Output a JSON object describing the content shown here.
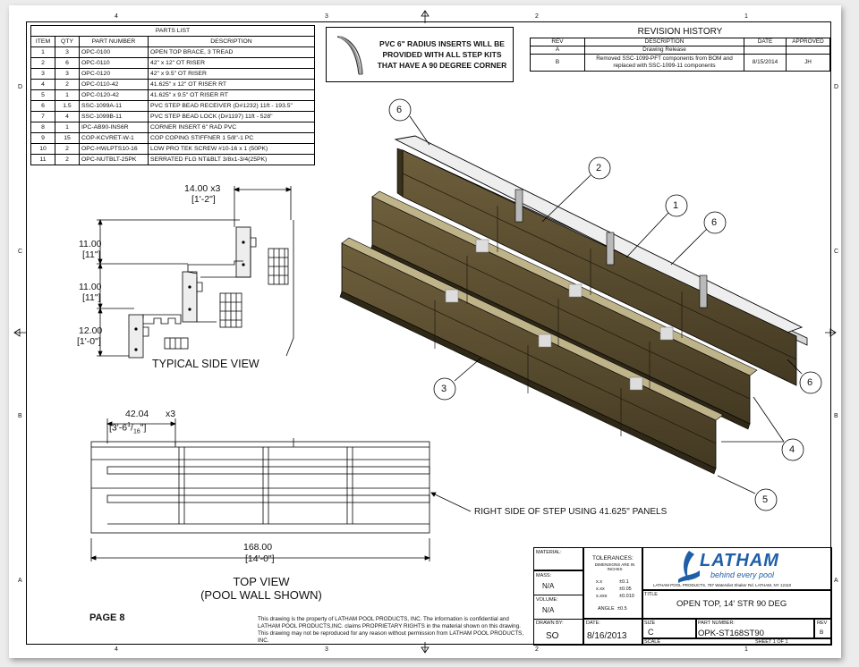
{
  "zones": {
    "top": [
      "4",
      "3",
      "2",
      "1"
    ],
    "side": [
      "D",
      "C",
      "B",
      "A"
    ]
  },
  "parts_list": {
    "title": "PARTS LIST",
    "headers": [
      "ITEM",
      "QTY",
      "PART NUMBER",
      "DESCRIPTION"
    ],
    "rows": [
      [
        "1",
        "3",
        "OPC-0100",
        "OPEN TOP BRACE, 3 TREAD"
      ],
      [
        "2",
        "6",
        "OPC-0110",
        "42\" x 12\" OT RISER"
      ],
      [
        "3",
        "3",
        "OPC-0120",
        "42\" x 9.5\" OT RISER"
      ],
      [
        "4",
        "2",
        "OPC-0110-42",
        "41.625\" x 12\" OT RISER RT"
      ],
      [
        "5",
        "1",
        "OPC-0120-42",
        "41.625\" x 9.5\" OT RISER RT"
      ],
      [
        "6",
        "1.5",
        "SSC-1099A-11",
        "PVC STEP BEAD RECEIVER (D#1232) 11ft - 193.5\""
      ],
      [
        "7",
        "4",
        "SSC-1099B-11",
        "PVC STEP BEAD LOCK (D#1197) 11ft - 528\""
      ],
      [
        "8",
        "1",
        "IPC-AB90-INS6R",
        "CORNER INSERT 6\" RAD PVC"
      ],
      [
        "9",
        "15",
        "COP-KCVRET-W-1",
        "COP COPING STIFFNER 1 5/8\"-1 PC"
      ],
      [
        "10",
        "2",
        "OPC-HWLPTS10-16",
        "LOW PRO TEK SCREW #10-16 x 1 (50PK)"
      ],
      [
        "11",
        "2",
        "OPC-NUTBLT-25PK",
        "SERRATED FLG NT&BLT 3/8x1-3/4(25PK)"
      ]
    ]
  },
  "note": {
    "text": "PVC 6\" RADIUS INSERTS WILL BE PROVIDED WITH ALL STEP KITS THAT HAVE A 90 DEGREE CORNER"
  },
  "revision_history": {
    "title": "REVISION HISTORY",
    "headers": [
      "REV",
      "DESCRIPTION",
      "DATE",
      "APPROVED"
    ],
    "rows": [
      {
        "rev": "A",
        "description": "Drawing Release",
        "date": "",
        "approved": ""
      },
      {
        "rev": "B",
        "description": "Removed SSC-1099-PFT components from BOM and replaced with SSC-1099-11 components",
        "date": "8/15/2014",
        "approved": "JH"
      }
    ]
  },
  "side_view": {
    "title": "TYPICAL SIDE VIEW",
    "dim_width": "14.00 x3",
    "dim_width_ft": "[1'-2\"]",
    "dim_h1": "11.00",
    "dim_h1_ft": "[11\"]",
    "dim_h2": "11.00",
    "dim_h2_ft": "[11\"]",
    "dim_h3": "12.00",
    "dim_h3_ft": "[1'-0\"]"
  },
  "top_view": {
    "title": "TOP VIEW",
    "subtitle": "(POOL WALL SHOWN)",
    "dim_panel": "42.04",
    "dim_panel_mult": "x3",
    "dim_panel_ft": "[3'-6",
    "dim_panel_frac_n": "1",
    "dim_panel_frac_d": "16",
    "dim_panel_end": "\"]",
    "dim_total": "168.00",
    "dim_total_ft": "[14'-0\"]",
    "callout": "RIGHT SIDE OF STEP USING 41.625\" PANELS"
  },
  "balloons": [
    "6",
    "2",
    "1",
    "6",
    "3",
    "6",
    "4",
    "5"
  ],
  "page_label": "PAGE 8",
  "legal": "This drawing is the property of LATHAM POOL PRODUCTS, INC. The information is confidential and LATHAM POOL PRODUCTS,INC. claims PROPRIETARY RIGHTS in the material shown on this drawing. This drawing may not be reproduced for any reason without permission from LATHAM POOL PRODUCTS, INC.",
  "title_block": {
    "material_label": "MATERIAL:",
    "material": "",
    "mass_label": "MASS:",
    "mass": "N/A",
    "volume_label": "VOLUME:",
    "volume": "N/A",
    "drawn_by_label": "DRAWN BY:",
    "drawn_by": "SO",
    "tolerances_label": "TOLERANCES:",
    "tolerances_note": "DIMENSIONS ARE IN INCHES",
    "tol_rows": [
      [
        "x.x",
        "±0.1"
      ],
      [
        "x.xx",
        "±0.05"
      ],
      [
        "x.xxx",
        "±0.010"
      ]
    ],
    "angle_label": "ANGLE",
    "angle_tol": "±0.5",
    "date_label": "DATE:",
    "date": "8/16/2013",
    "size_label": "SIZE",
    "size": "C",
    "scale_label": "SCALE",
    "title_label": "TITLE",
    "title": "OPEN TOP, 14' STR 90 DEG",
    "part_number_label": "PART NUMBER:",
    "part_number": "OPK-ST168ST90",
    "rev_label": "REV",
    "rev": "B",
    "sheet": "SHEET  1  OF  1",
    "logo": "LATHAM",
    "tagline": "behind every pool",
    "address": "LATHAM POOL PRODUCTS, 787 Watervliet Shaker Rd. LATHAM, NY 12110"
  },
  "colors": {
    "panel": "#5a4e30",
    "panel_dark": "#3e3520",
    "panel_light": "#7a6a45",
    "logo_blue": "#1f5fa8"
  }
}
